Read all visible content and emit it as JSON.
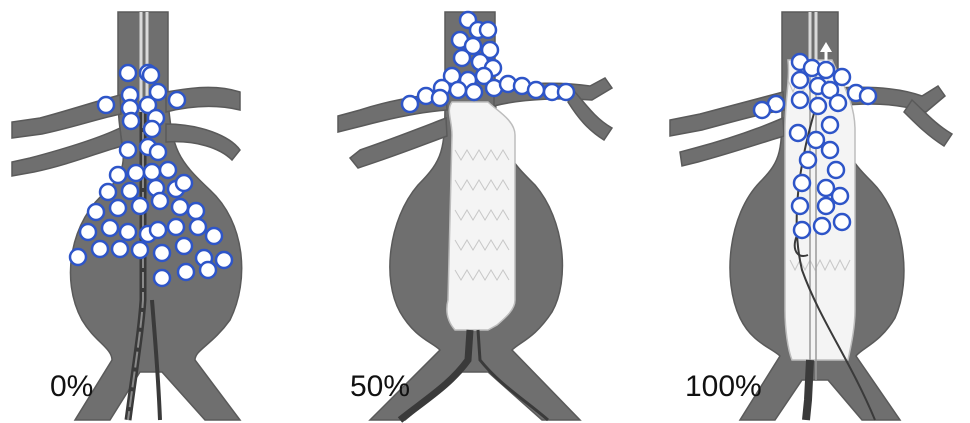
{
  "figure": {
    "panels": [
      {
        "stage": "0%",
        "stent": "none",
        "particle_count": 48
      },
      {
        "stage": "50%",
        "stent": "partial",
        "particle_count": 24
      },
      {
        "stage": "100%",
        "stent": "deployed",
        "particle_count": 28
      }
    ]
  },
  "colors": {
    "vessel": "#6f6f6f",
    "vessel_outline": "#5a5a5a",
    "particle_fill": "#ffffff",
    "particle_stroke": "#2e55c8",
    "stent_fill": "#f4f4f4",
    "label": "#111111"
  },
  "icons": [
    "particle-circle",
    "stent-graft",
    "arrow-up-icon"
  ]
}
